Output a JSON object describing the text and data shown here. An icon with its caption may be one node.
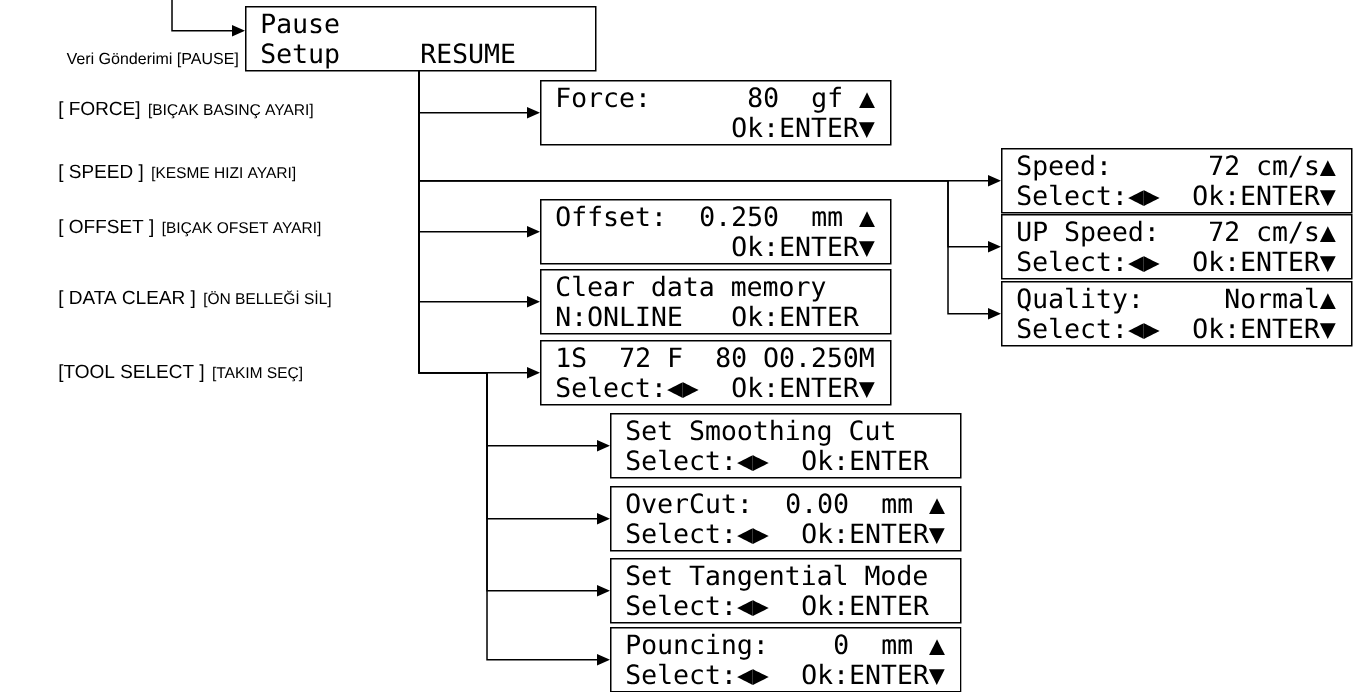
{
  "diagram": {
    "nodes": [
      {
        "text": [
          "Pause",
          "Setup",
          "RESUME"
        ],
        "beside": [
          "Veri Gönderimi [PAUSE]"
        ]
      },
      {
        "text": [
          "Force:",
          "80",
          "gf ▲",
          "Ok:ENTER▼"
        ]
      },
      {
        "text": [
          "Speed:",
          "72 cm/s▲",
          "Select:◀▶",
          "Ok:ENTER▼"
        ]
      },
      {
        "text": [
          "UP Speed:",
          "72 cm/s▲",
          "Select:◀▶",
          "Ok:ENTER▼"
        ]
      },
      {
        "text": [
          "Quality:",
          "Normal▲",
          "Select:◀▶",
          "Ok:ENTER▼"
        ]
      },
      {
        "text": [
          "Offset:",
          "0.250",
          "mm ▲",
          "Ok:ENTER▼"
        ]
      },
      {
        "text": [
          "Clear data memory",
          "N:ONLINE",
          "Ok:ENTER"
        ]
      },
      {
        "text": [
          "1S",
          "72 F",
          "80 O0.250M",
          "Select:◀▶",
          "Ok:ENTER▼"
        ]
      },
      {
        "text": [
          "Set Smoothing Cut",
          "Select:◀▶",
          "Ok:ENTER"
        ]
      },
      {
        "text": [
          "OverCut:",
          "0.00",
          "mm ▲",
          "Select:◀▶",
          "Ok:ENTER▼"
        ]
      },
      {
        "text": [
          "Set Tangential Mode",
          "Select:◀▶",
          "Ok:ENTER"
        ]
      },
      {
        "text": [
          "Pouncing:",
          "0",
          "mm ▲",
          "Select:◀▶",
          "Ok:ENTER▼"
        ]
      }
    ],
    "edges": [
      {
        "from": null,
        "to": 0,
        "arrow": "to"
      },
      {
        "from": 0,
        "to": 1,
        "arrow": "to"
      },
      {
        "from": 0,
        "to": 2,
        "arrow": "to"
      },
      {
        "from": 0,
        "to": 3,
        "arrow": "to"
      },
      {
        "from": 0,
        "to": 4,
        "arrow": "to"
      },
      {
        "from": 0,
        "to": 5,
        "arrow": "to"
      },
      {
        "from": 0,
        "to": 6,
        "arrow": "to"
      },
      {
        "from": 0,
        "to": 7,
        "arrow": "to"
      },
      {
        "from": 0,
        "to": 8,
        "arrow": "to"
      },
      {
        "from": 0,
        "to": 9,
        "arrow": "to"
      },
      {
        "from": 0,
        "to": 10,
        "arrow": "to"
      },
      {
        "from": 0,
        "to": 11,
        "arrow": "to"
      }
    ],
    "labels": [
      "[ FORCE]",
      "[BIÇAK BASINÇ AYARI]",
      "[ SPEED ]",
      "[KESME HIZI AYARI]",
      "[ OFFSET ]",
      "[BIÇAK OFSET AYARI]",
      "[ DATA CLEAR ]",
      "[ÖN BELLEĞİ SİL]",
      "[TOOL SELECT ]",
      "[TAKIM SEÇ]"
    ]
  }
}
